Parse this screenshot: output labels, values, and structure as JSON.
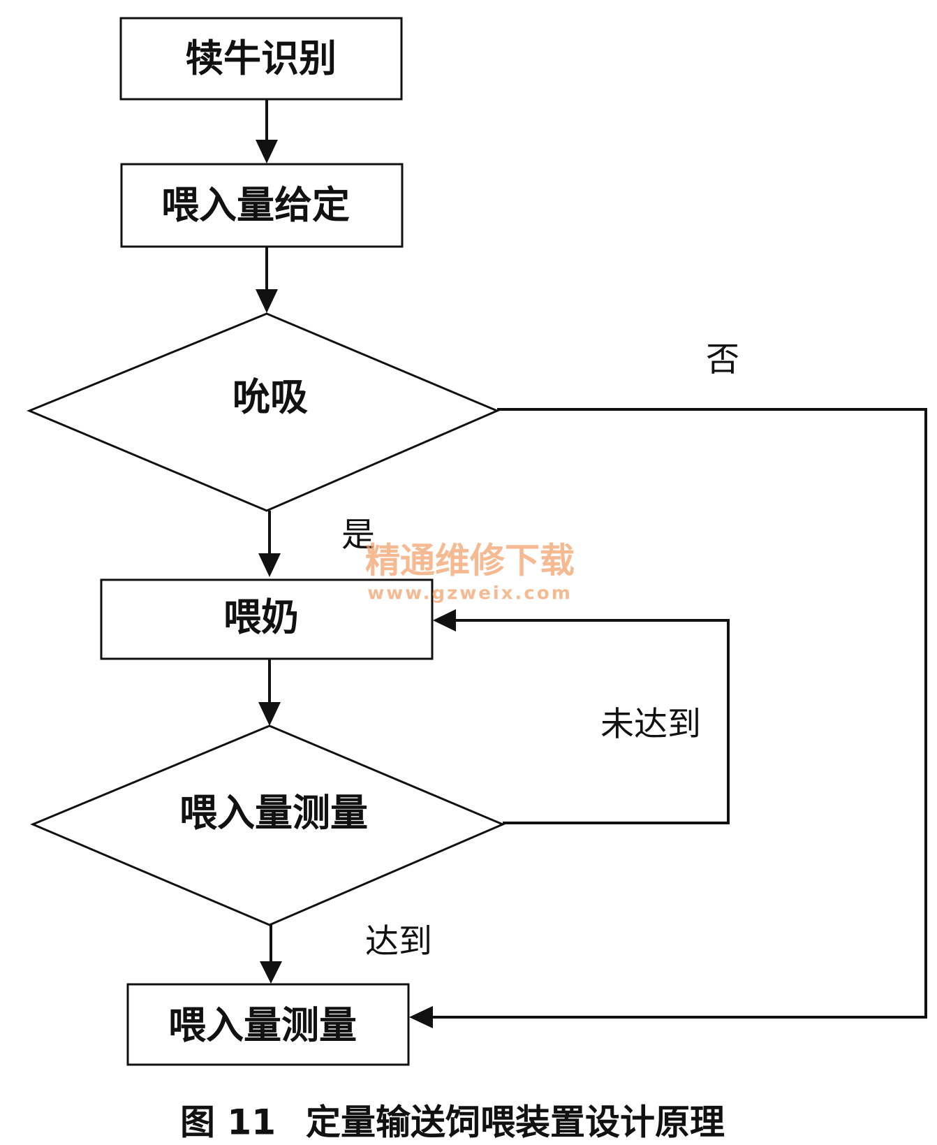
{
  "nodes": {
    "identify": "犊牛识别",
    "set_intake": "喂入量给定",
    "suck_decision": "吮吸",
    "feed_milk": "喂奶",
    "measure_decision": "喂入量测量",
    "measure_end": "喂入量测量"
  },
  "edges": {
    "no": "否",
    "yes": "是",
    "not_reached": "未达到",
    "reached": "达到"
  },
  "watermark": {
    "text": "精通维修下载",
    "url": "www.gzweix.com"
  },
  "caption": {
    "figure": "图 11",
    "title": "定量输送饲喂装置设计原理"
  },
  "colors": {
    "line": "#111111",
    "watermark": "#f3a36e",
    "background": "#ffffff"
  }
}
